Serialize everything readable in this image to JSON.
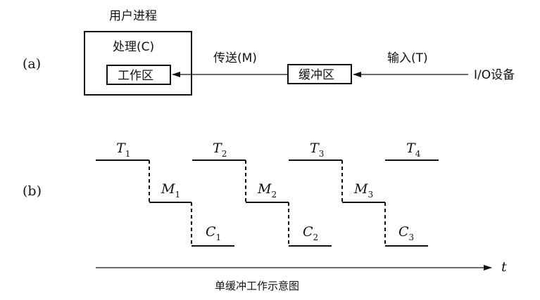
{
  "part_a": {
    "label": "(a)",
    "user_process": "用户进程",
    "process": "处理(C)",
    "work_area": "工作区",
    "transfer": "传送(M)",
    "buffer": "缓冲区",
    "input": "输入(T)",
    "device": "I/O设备"
  },
  "part_b": {
    "label": "(b)",
    "t_labels": [
      "T",
      "T",
      "T",
      "T"
    ],
    "t_subs": [
      "1",
      "2",
      "3",
      "4"
    ],
    "m_labels": [
      "M",
      "M",
      "M"
    ],
    "m_subs": [
      "1",
      "2",
      "3"
    ],
    "c_labels": [
      "C",
      "C",
      "C"
    ],
    "c_subs": [
      "1",
      "2",
      "3"
    ],
    "axis_label": "t",
    "caption": "单缓冲工作示意图"
  }
}
